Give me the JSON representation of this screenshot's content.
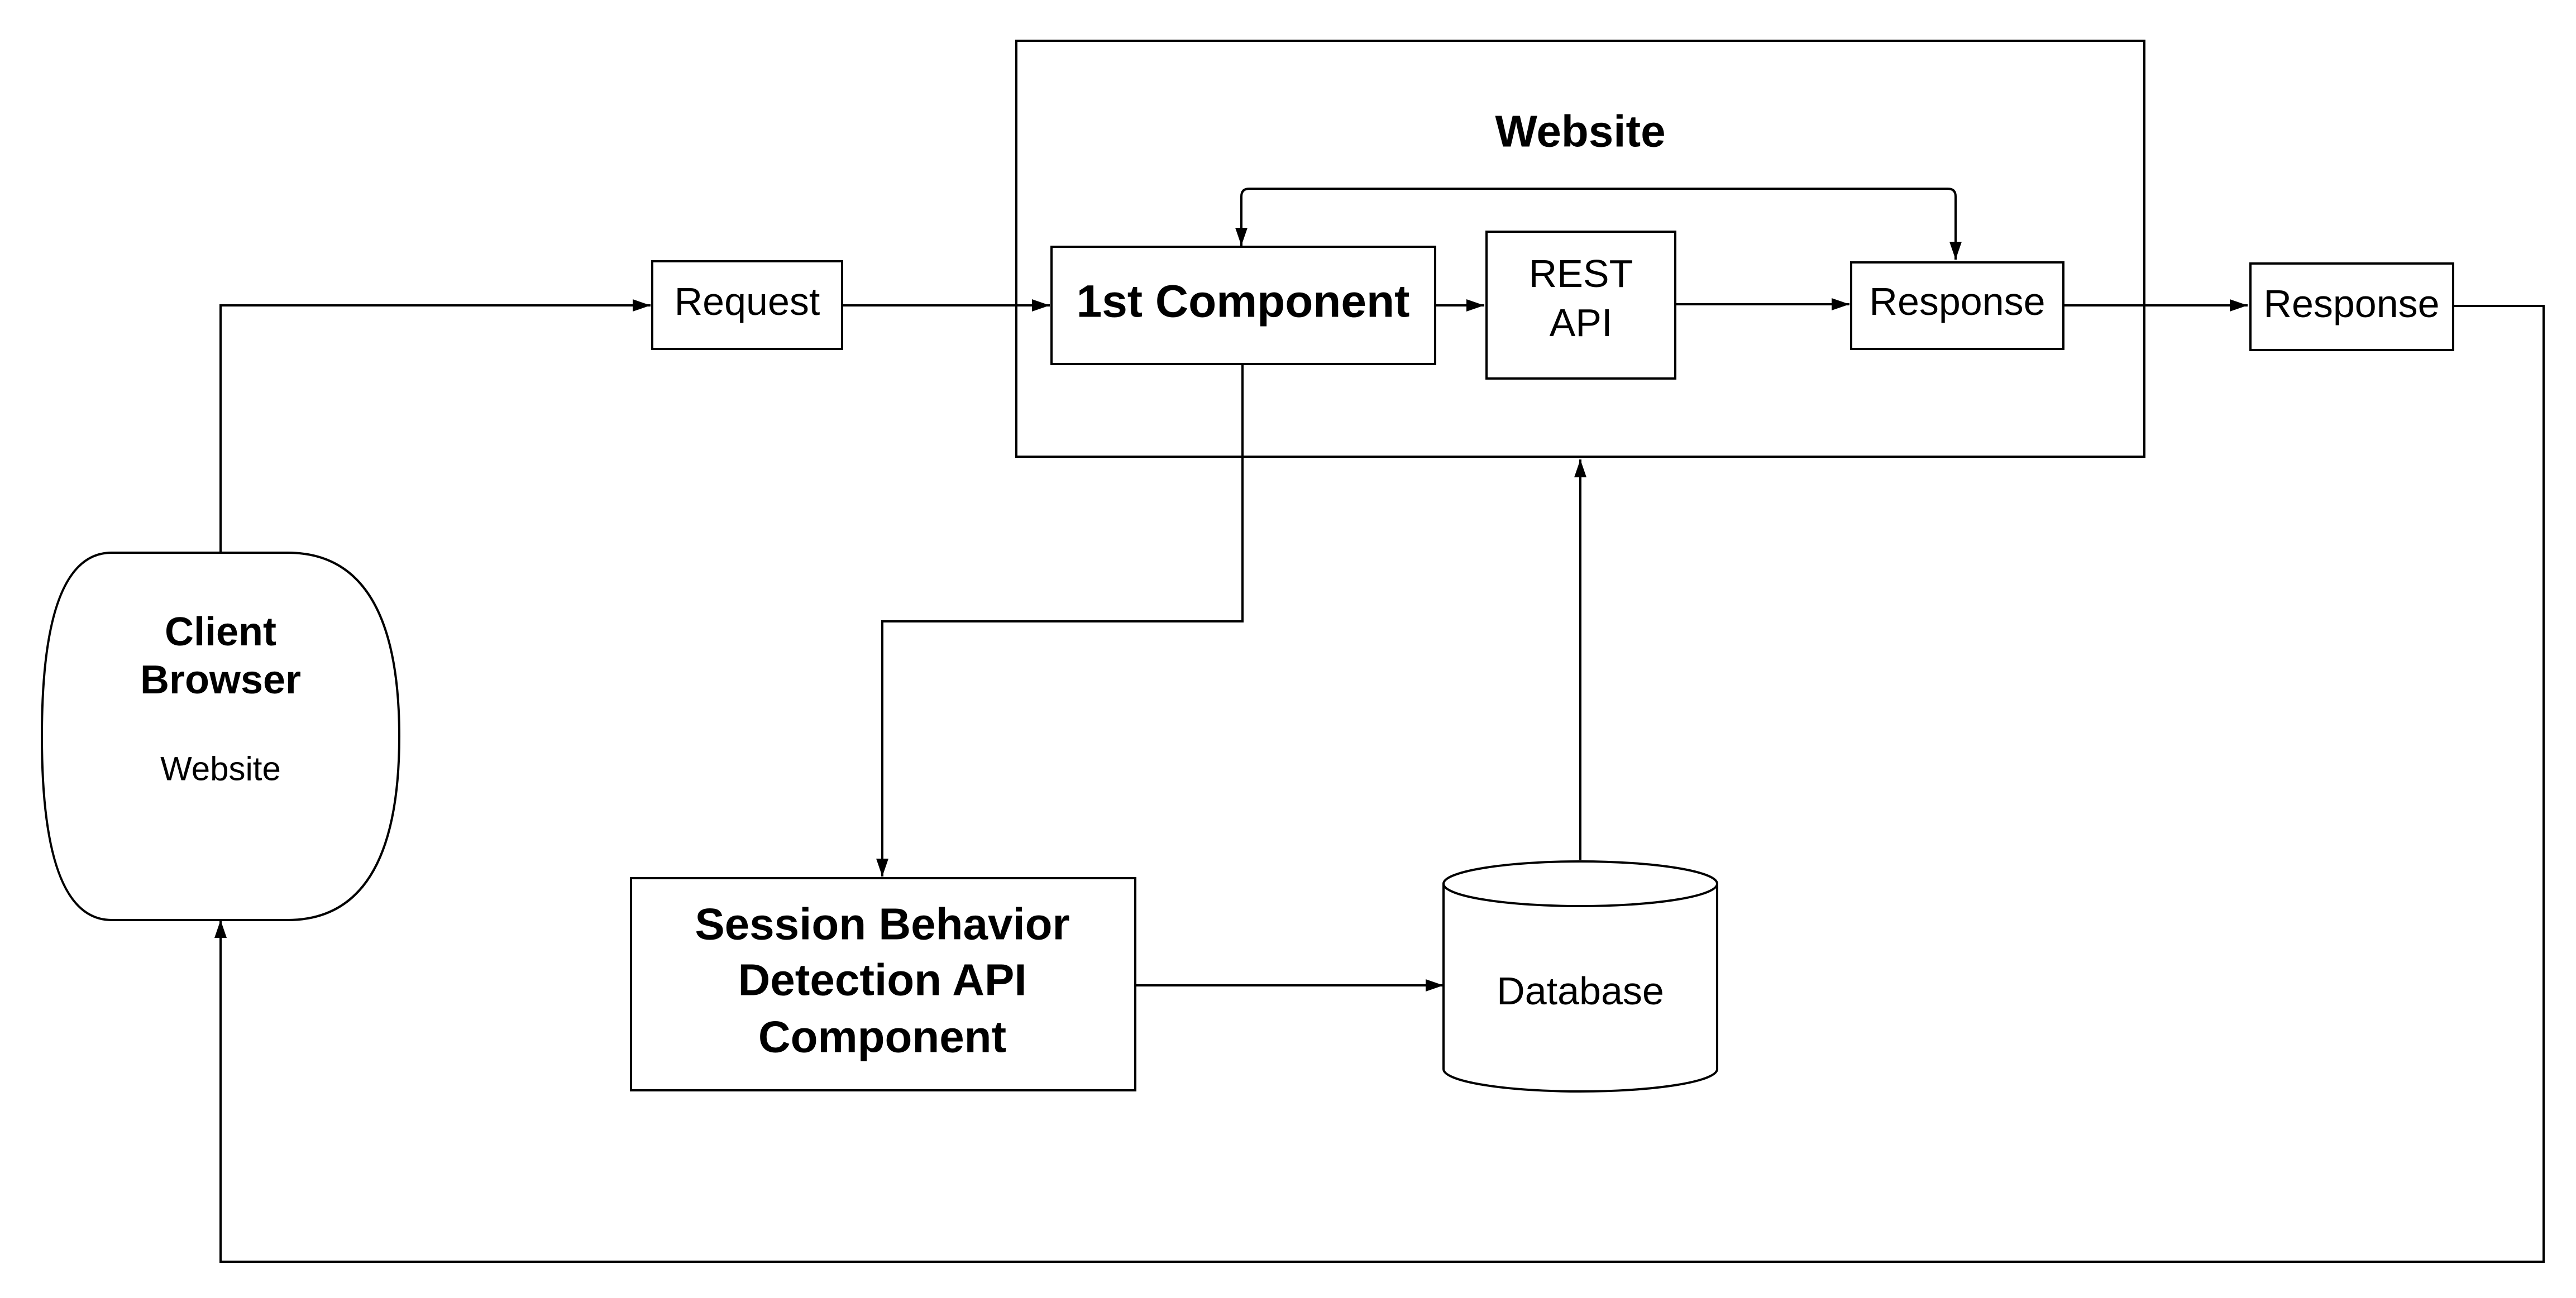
{
  "diagram": {
    "client": {
      "title_line1": "Client",
      "title_line2": "Browser",
      "subtitle": "Website"
    },
    "request": "Request",
    "website_container": "Website",
    "first_component": "1st Component",
    "rest_api": {
      "line1": "REST",
      "line2": "API"
    },
    "inner_response": "Response",
    "outer_response": "Response",
    "session_detection": {
      "line1": "Session Behavior",
      "line2": "Detection API",
      "line3": "Component"
    },
    "database": "Database"
  }
}
